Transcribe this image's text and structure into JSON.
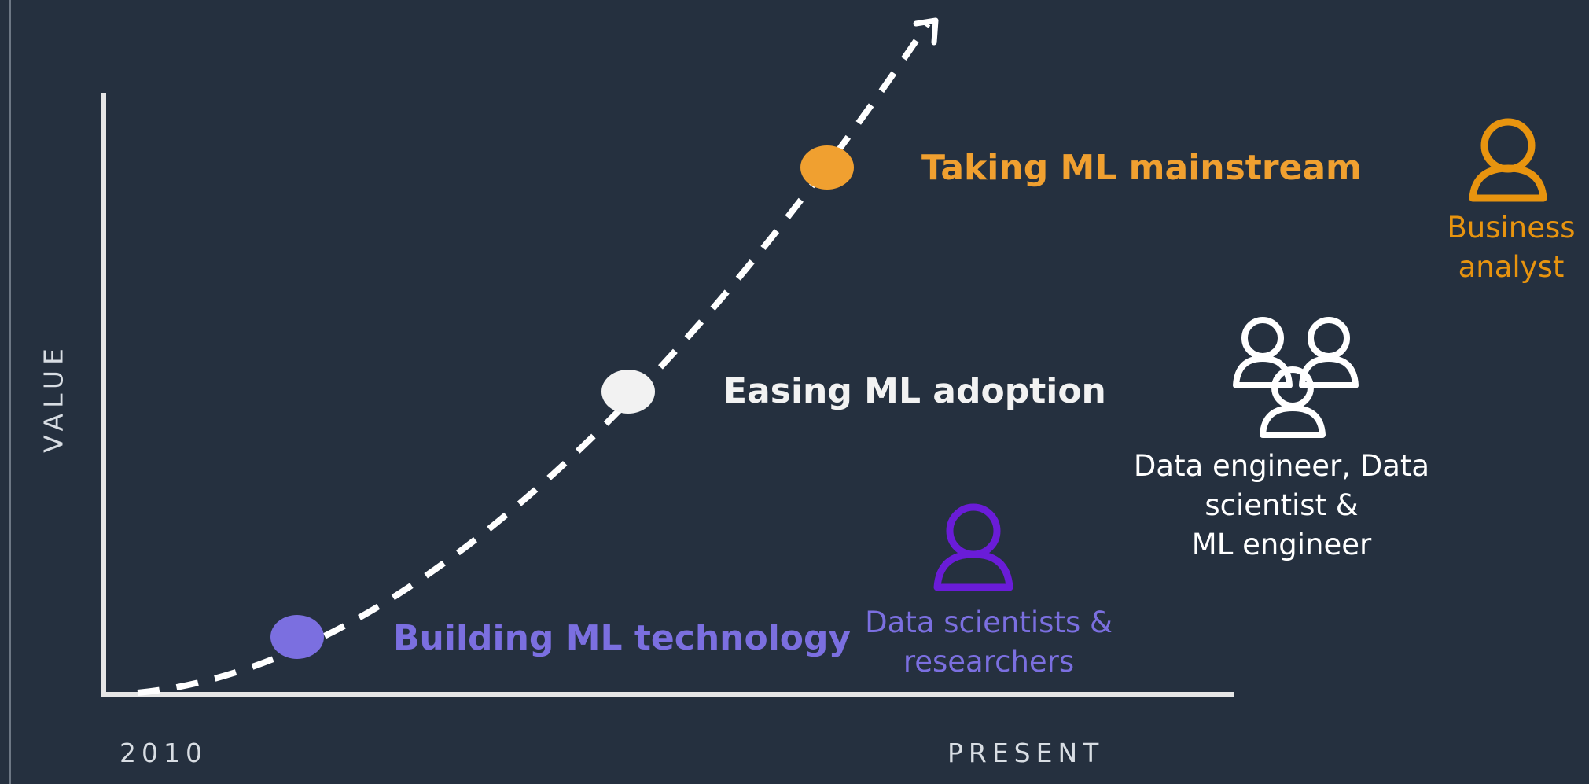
{
  "axes": {
    "y_label": "VALUE",
    "x_start_label": "2010",
    "x_end_label": "PRESENT"
  },
  "stages": [
    {
      "label": "Building ML technology",
      "color": "#7b6fe0"
    },
    {
      "label": "Easing ML adoption",
      "color": "#f2f2f2"
    },
    {
      "label": "Taking ML mainstream",
      "color": "#f0a030"
    }
  ],
  "personas": [
    {
      "label": "Data scientists &\nresearchers",
      "icon": "person-icon",
      "color": "#7b6fe0",
      "icon_color": "#6a1cd8"
    },
    {
      "label": "Data engineer, Data\nscientist &\nML engineer",
      "icon": "group-icon",
      "color": "#ffffff"
    },
    {
      "label": "Business\nanalyst",
      "icon": "person-icon",
      "color": "#e8940f"
    }
  ],
  "colors": {
    "background": "#25303f",
    "axis": "#e6e6e6",
    "curve": "#ffffff"
  }
}
